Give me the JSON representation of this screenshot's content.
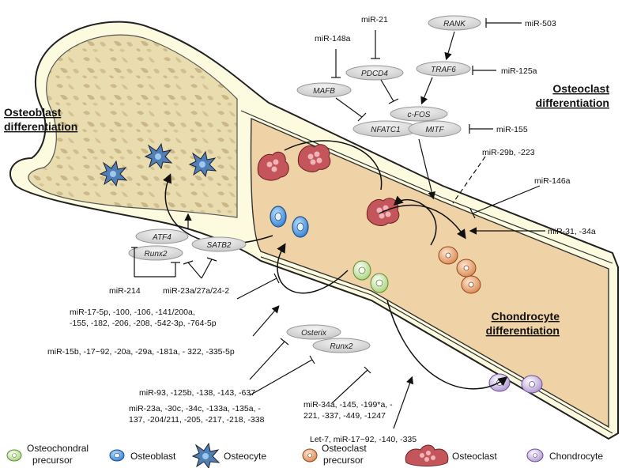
{
  "titles": {
    "osteoblast": [
      "Osteoblast",
      "differentiation"
    ],
    "osteoclast": [
      "Osteoclast",
      "differentiation"
    ],
    "chondrocyte": [
      "Chondrocyte",
      "differentiation"
    ]
  },
  "genes": {
    "rank": "RANK",
    "traf6": "TRAF6",
    "pdcd4": "PDCD4",
    "mafb": "MAFB",
    "cfos": "c-FOS",
    "nfatc1": "NFATC1",
    "mitf": "MITF",
    "atf4": "ATF4",
    "runx2_left": "Runx2",
    "satb2": "SATB2",
    "osterix": "Osterix",
    "runx2_bottom": "Runx2"
  },
  "mirnas": {
    "mir503": "miR-503",
    "mir21": "miR-21",
    "mir148a": "miR-148a",
    "mir125a": "miR-125a",
    "mir155": "miR-155",
    "mir29b": "miR-29b, -223",
    "mir146a": "miR-146a",
    "mir31": "miR-31, -34a",
    "mir214": "miR-214",
    "mir23a_cluster": "miR-23a/27a/24-2",
    "mir17_block": [
      "miR-17-5p, -100, -106, -141/200a,",
      "-155, -182, -206, -208, -542-3p, -764-5p"
    ],
    "mir15b": "miR-15b, -17~92, -20a, -29a, -181a, - 322, -335-5p",
    "mir93": "miR-93, -125b, -138, -143, -637",
    "mir23a_block": [
      "miR-23a, -30c, -34c, -133a, -135a, -",
      "137, -204/211, -205, -217, -218, -338"
    ],
    "mir34a_block": [
      "miR-34a, -145, -199*a, -",
      "221, -337, -449, -1247"
    ],
    "let7": "Let-7, miR-17~92, -140, -335"
  },
  "legend": {
    "items": [
      {
        "label": [
          "Osteochondral",
          "precursor"
        ],
        "icon": "osteochondral-precursor-icon",
        "color": "#b5d98a"
      },
      {
        "label": [
          "Osteoblast"
        ],
        "icon": "osteoblast-icon",
        "color": "#3f8fd8"
      },
      {
        "label": [
          "Osteocyte"
        ],
        "icon": "osteocyte-icon",
        "color": "#4f7fb5"
      },
      {
        "label": [
          "Osteoclast",
          "precursor"
        ],
        "icon": "osteoclast-precursor-icon",
        "color": "#e09a6a"
      },
      {
        "label": [
          "Osteoclast"
        ],
        "icon": "osteoclast-icon",
        "color": "#c4555a"
      },
      {
        "label": [
          "Chondrocyte"
        ],
        "icon": "chondrocyte-icon",
        "color": "#b9a2d4"
      }
    ]
  },
  "colors": {
    "bone_fill": "#e8dcb0",
    "marrow_fill": "#efd3a7",
    "cortex": "#fcfbe0",
    "gene_oval": "#dcdcdc"
  }
}
